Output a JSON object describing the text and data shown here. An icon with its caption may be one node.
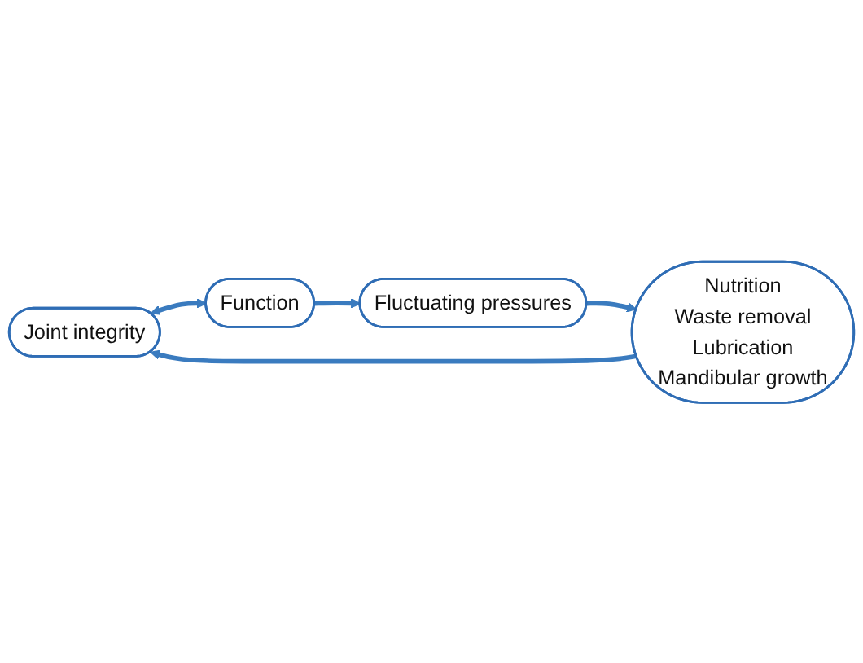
{
  "diagram": {
    "nodes": [
      {
        "text": [
          "Joint integrity"
        ]
      },
      {
        "text": [
          "Function"
        ]
      },
      {
        "text": [
          "Fluctuating pressures"
        ]
      },
      {
        "text": [
          "Nutrition",
          "Waste removal",
          "Lubrication",
          "Mandibular growth"
        ]
      }
    ],
    "edges": [
      {
        "from": 0,
        "to": 1,
        "arrow": "both"
      },
      {
        "from": 1,
        "to": 2,
        "arrow": "to"
      },
      {
        "from": 2,
        "to": 3,
        "arrow": "to"
      },
      {
        "from": 3,
        "to": 0,
        "arrow": "to"
      }
    ]
  }
}
